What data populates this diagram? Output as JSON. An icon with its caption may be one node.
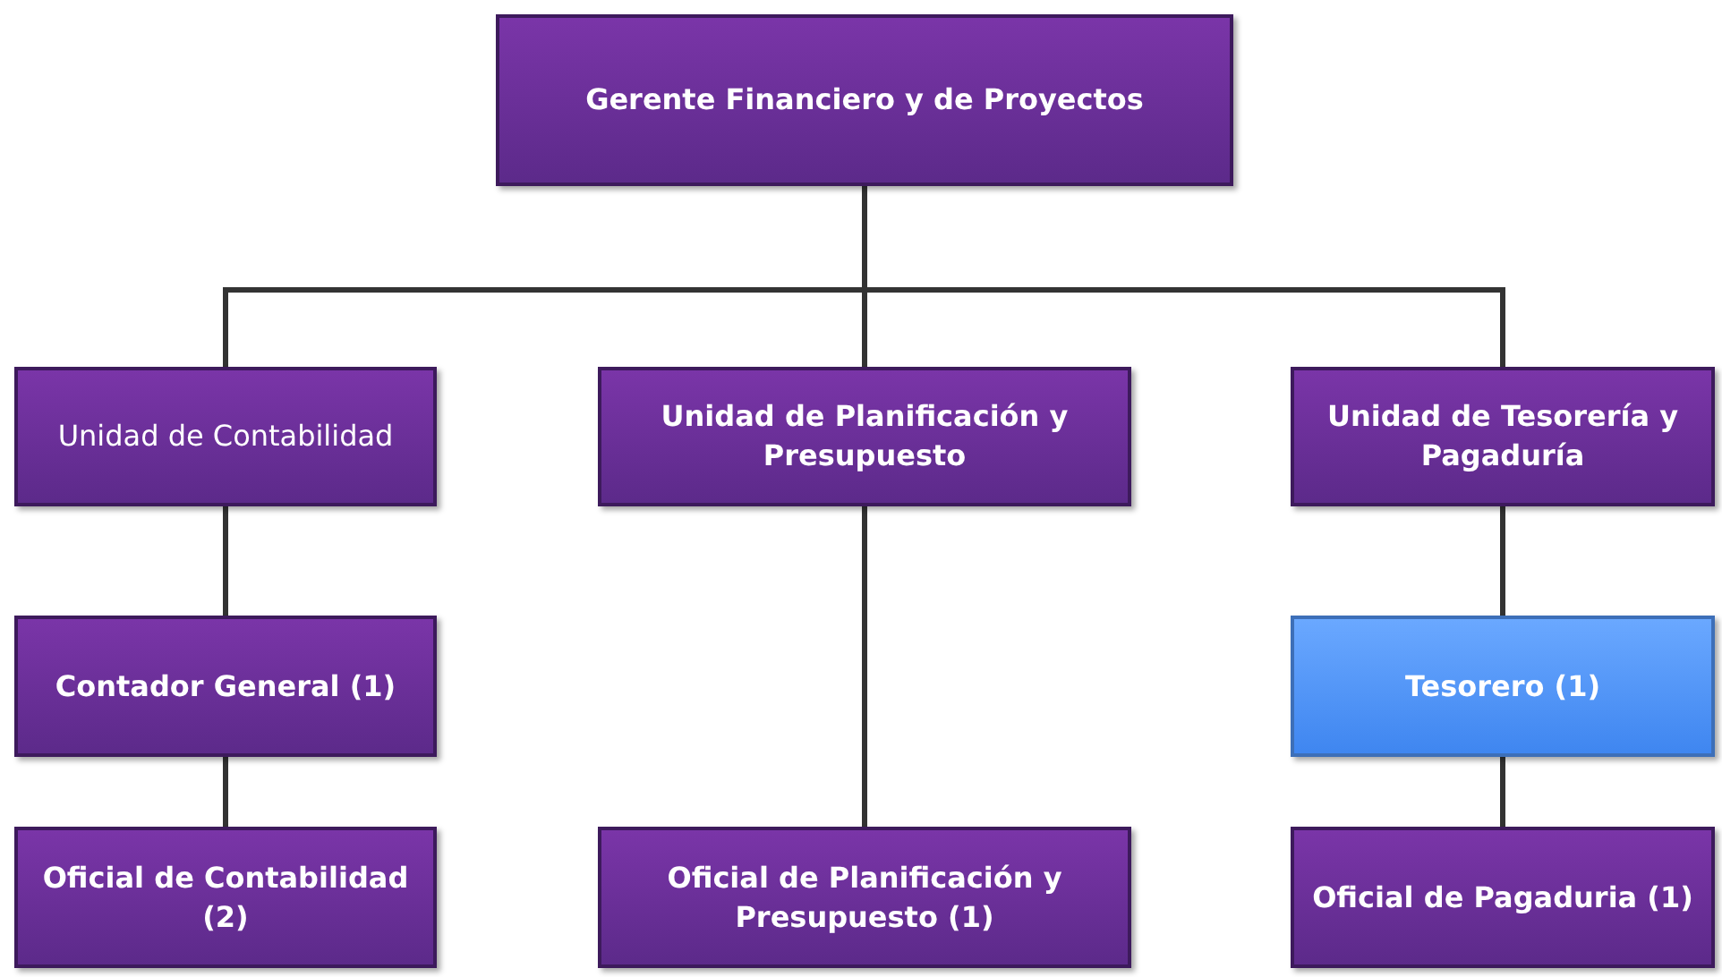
{
  "diagram": {
    "nodes": [
      {
        "text": [
          "Gerente Financiero  y de Proyectos"
        ]
      },
      {
        "text": [
          "Unidad de Contabilidad"
        ]
      },
      {
        "text": [
          "Unidad de Planificación y Presupuesto"
        ]
      },
      {
        "text": [
          "Unidad de Tesorería y Pagaduría"
        ]
      },
      {
        "text": [
          "Contador General (1)"
        ]
      },
      {
        "text": [
          "Oficial de Contabilidad (2)"
        ]
      },
      {
        "text": [
          "Oficial de Planificación y Presupuesto (1)"
        ]
      },
      {
        "text": [
          "Tesorero (1)"
        ]
      },
      {
        "text": [
          "Oficial de Pagaduria (1)"
        ]
      }
    ],
    "edges": [
      {
        "from": 0,
        "to": 1,
        "arrow": "none"
      },
      {
        "from": 0,
        "to": 2,
        "arrow": "none"
      },
      {
        "from": 0,
        "to": 3,
        "arrow": "none"
      },
      {
        "from": 1,
        "to": 4,
        "arrow": "none"
      },
      {
        "from": 4,
        "to": 5,
        "arrow": "none"
      },
      {
        "from": 2,
        "to": 6,
        "arrow": "none"
      },
      {
        "from": 3,
        "to": 7,
        "arrow": "none"
      },
      {
        "from": 7,
        "to": 8,
        "arrow": "none"
      }
    ]
  }
}
